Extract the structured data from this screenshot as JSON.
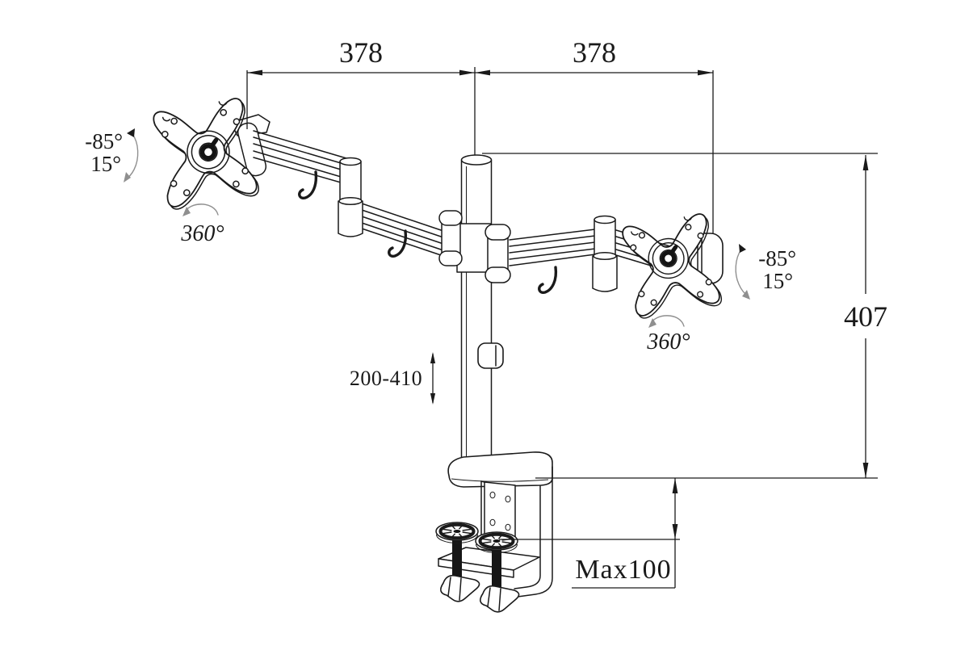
{
  "meta": {
    "background_color": "#ffffff",
    "line_color": "#1a1a1a",
    "arc_color": "#8f8f8f",
    "drawing_type": "dual monitor desk mount dimension drawing"
  },
  "dimensions": {
    "left_arm_span": "378",
    "right_arm_span": "378",
    "column_height": "407",
    "height_adjust_range": "200-410",
    "clamp_capacity": "Max100"
  },
  "angles": {
    "left_plate": {
      "tilt_min": "-85°",
      "tilt_max": "15°",
      "rotation": "360°"
    },
    "right_plate": {
      "tilt_min": "-85°",
      "tilt_max": "15°",
      "rotation": "360°"
    }
  }
}
